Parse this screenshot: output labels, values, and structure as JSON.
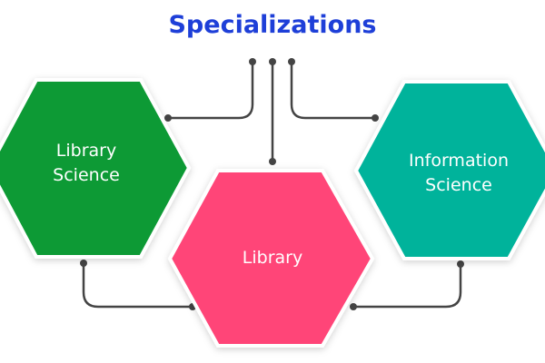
{
  "title": "Specializations",
  "nodes": [
    {
      "id": "library-science",
      "lines": [
        "Library",
        "Science"
      ],
      "color": "#0b9a34"
    },
    {
      "id": "library",
      "lines": [
        "Library"
      ],
      "color": "#ff4578"
    },
    {
      "id": "information-science",
      "lines": [
        "Information",
        "Science"
      ],
      "color": "#00b39b"
    }
  ],
  "connector_color": "#444444"
}
